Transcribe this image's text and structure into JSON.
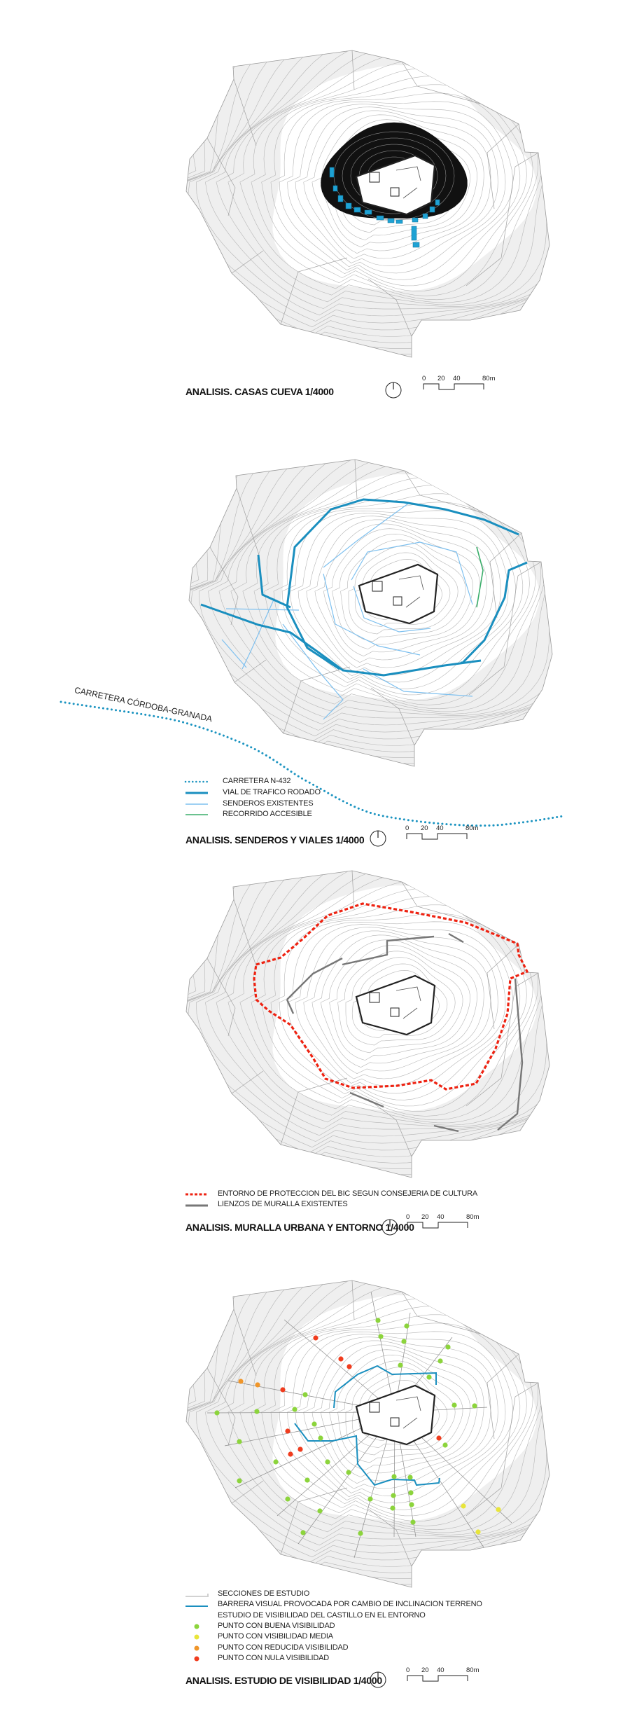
{
  "colors": {
    "road_dotted": "#1a93c0",
    "vial": "#1a8fbf",
    "senderos": "#7ec0ef",
    "accesible": "#3aae6a",
    "entorno_bic": "#ee2211",
    "muralla": "#777777",
    "cuevas": "#1ea2d4",
    "barrera": "#1a8fbf",
    "buena": "#8cd43c",
    "media": "#e8e53a",
    "reducida": "#f0962a",
    "nula": "#f03c1e"
  },
  "scale_bar": {
    "labels": [
      "0",
      "20",
      "40",
      "80m"
    ]
  },
  "panels": [
    {
      "title": "ANALISIS. CASAS CUEVA 1/4000"
    },
    {
      "title": "ANALISIS. SENDEROS Y VIALES 1/4000",
      "road_label": "CARRETERA CÓRDOBA-GRANADA",
      "legend": [
        {
          "label": "CARRETERA N-432"
        },
        {
          "label": "VIAL DE TRAFICO RODADO"
        },
        {
          "label": "SENDEROS EXISTENTES"
        },
        {
          "label": "RECORRIDO ACCESIBLE"
        }
      ]
    },
    {
      "title": "ANALISIS. MURALLA URBANA Y ENTORNO 1/4000",
      "legend": [
        {
          "label": "ENTORNO DE PROTECCION DEL BIC SEGUN CONSEJERIA DE CULTURA"
        },
        {
          "label": "LIENZOS DE MURALLA EXISTENTES"
        }
      ]
    },
    {
      "title": "ANALISIS. ESTUDIO DE VISIBILIDAD 1/4000",
      "legend": [
        {
          "label": "SECCIONES DE ESTUDIO"
        },
        {
          "label": "BARRERA VISUAL PROVOCADA POR CAMBIO DE INCLINACION TERRENO"
        },
        {
          "label": "ESTUDIO DE VISIBILIDAD DEL CASTILLO EN EL ENTORNO"
        },
        {
          "label": "PUNTO CON BUENA VISIBILIDAD"
        },
        {
          "label": "PUNTO CON VISIBILIDAD MEDIA"
        },
        {
          "label": "PUNTO CON REDUCIDA VISIBILIDAD"
        },
        {
          "label": "PUNTO CON NULA VISIBILIDAD"
        }
      ]
    }
  ]
}
